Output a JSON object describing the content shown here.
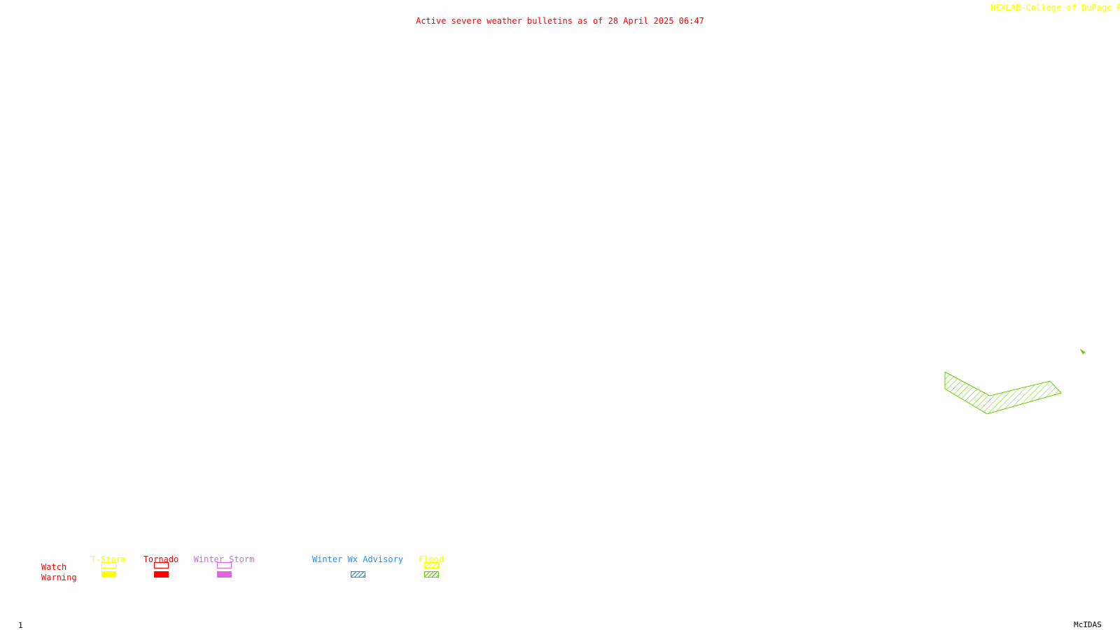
{
  "title": "Active severe weather bulletins as of 28 April 2025 06:47",
  "credit": "NEXLAB-College of DuPage R",
  "frame_number": "1",
  "software": "McIDAS",
  "legend": {
    "row_labels": {
      "watch": "Watch",
      "warning": "Warning"
    },
    "categories": [
      {
        "label": "T-Storm",
        "color": "#ffff00",
        "has_watch": true,
        "has_warning": true,
        "warning_style": "solid"
      },
      {
        "label": "Tornado",
        "color": "#ff0000",
        "has_watch": true,
        "has_warning": true,
        "warning_style": "solid"
      },
      {
        "label": "Winter Storm",
        "color": "#dd66dd",
        "has_watch": true,
        "has_warning": true,
        "warning_style": "solid"
      },
      {
        "label": "Winter Wx Advisory",
        "color": "#1e90ff",
        "has_watch": false,
        "has_warning": true,
        "warning_style": "hatched"
      },
      {
        "label": "Flood",
        "color": "#ffff00",
        "warning_color": "#66cc00",
        "has_watch": true,
        "watch_style": "hatched",
        "has_warning": true,
        "warning_style": "hatched"
      }
    ]
  },
  "alerts": [
    {
      "type": "Flood Warning",
      "color": "#66cc00"
    },
    {
      "type": "Flood Warning",
      "color": "#66cc00"
    }
  ]
}
